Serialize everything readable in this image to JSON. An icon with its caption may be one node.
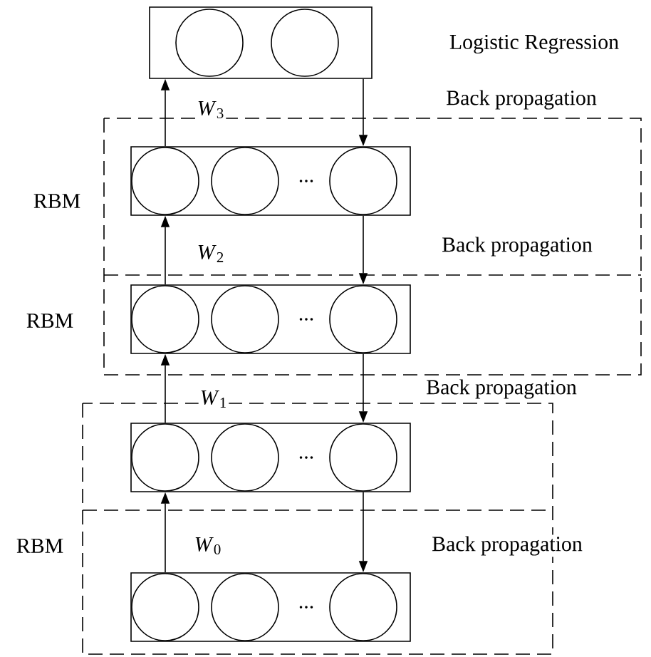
{
  "diagram": {
    "nodes": [
      {
        "text": [],
        "shape": "box",
        "beside": [
          "Logistic Regression"
        ]
      },
      {
        "text": [
          "..."
        ]
      },
      {
        "text": [
          "..."
        ]
      },
      {
        "text": [
          "..."
        ]
      },
      {
        "text": [
          "..."
        ]
      }
    ],
    "edges": [
      {
        "from": 1,
        "to": 0,
        "arrow": "to",
        "label": "*W*$_{3}$"
      },
      {
        "from": 0,
        "to": 1,
        "arrow": "to"
      },
      {
        "from": 2,
        "to": 1,
        "arrow": "to",
        "label": "*W*$_{2}$"
      },
      {
        "from": 1,
        "to": 2,
        "arrow": "to"
      },
      {
        "from": 3,
        "to": 2,
        "arrow": "to",
        "label": "*W*$_{1}$"
      },
      {
        "from": 2,
        "to": 3,
        "arrow": "to"
      },
      {
        "from": 4,
        "to": 3,
        "arrow": "to",
        "label": "*W*$_{0}$"
      },
      {
        "from": 3,
        "to": 4,
        "arrow": "to"
      }
    ],
    "labels": [
      "Back propagation",
      "RBM",
      "Back propagation",
      "RBM",
      "Back propagation",
      "RBM",
      "Back propagation"
    ]
  }
}
